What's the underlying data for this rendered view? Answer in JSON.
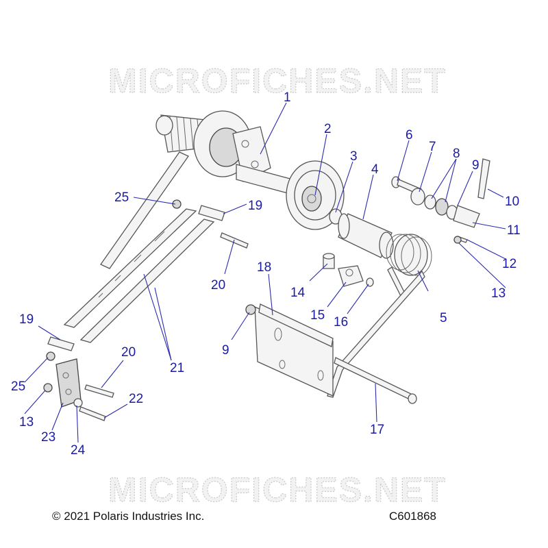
{
  "watermark": {
    "text": "MICROFICHES.NET"
  },
  "footer": {
    "copyright": "© 2021 Polaris Industries Inc.",
    "drawing_number": "C601868"
  },
  "callouts": [
    "1",
    "2",
    "3",
    "4",
    "5",
    "6",
    "7",
    "8",
    "9",
    "10",
    "11",
    "12",
    "13",
    "14",
    "15",
    "16",
    "17",
    "18",
    "19",
    "20",
    "21",
    "22",
    "23",
    "24",
    "25",
    "9",
    "19",
    "20",
    "21",
    "25",
    "13"
  ]
}
